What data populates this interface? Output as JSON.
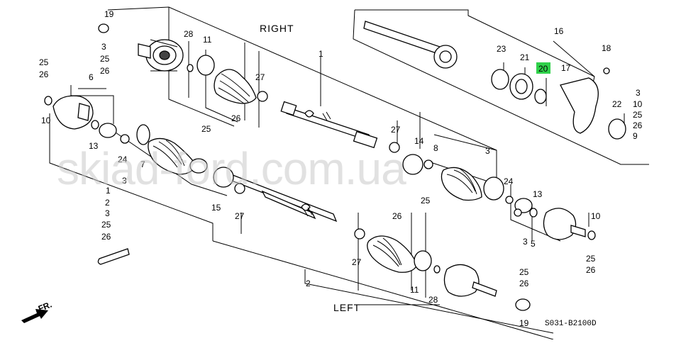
{
  "diagram": {
    "labels": {
      "right": "RIGHT",
      "left": "LEFT",
      "fr": "FR.",
      "code": "S031-B2100D",
      "watermark": "skiad-ford.com.ua"
    },
    "callouts": {
      "c19a": "19",
      "c3a": "3",
      "c25a": "25",
      "c26a": "26",
      "c28a": "28",
      "c11a": "11",
      "c1a": "1",
      "c25b": "25",
      "c26b": "26",
      "c6": "6",
      "c10a": "10",
      "c13a": "13",
      "c27a": "27",
      "c26c": "26",
      "c25c": "25",
      "c24a": "24",
      "c7": "7",
      "c3b": "3",
      "c1b": "1",
      "c2a": "2",
      "c3c": "3",
      "c25d": "25",
      "c26d": "26",
      "c16": "16",
      "c23": "23",
      "c21": "21",
      "c20": "20",
      "c17": "17",
      "c18": "18",
      "c22": "22",
      "c3d": "3",
      "c10b": "10",
      "c25e": "25",
      "c26e": "26",
      "c9": "9",
      "c27b": "27",
      "c14": "14",
      "c8": "8",
      "c3e": "3",
      "c24b": "24",
      "c13b": "13",
      "c10c": "10",
      "c5": "5",
      "c25f": "25",
      "c26f": "26",
      "c15": "15",
      "c27c": "27",
      "c26g": "26",
      "c25g": "25",
      "c27d": "27",
      "c11b": "11",
      "c28b": "28",
      "c2b": "2",
      "c3f": "3",
      "c25h": "25",
      "c26h": "26",
      "c19b": "19"
    },
    "highlight_color": "#2fd14a"
  }
}
